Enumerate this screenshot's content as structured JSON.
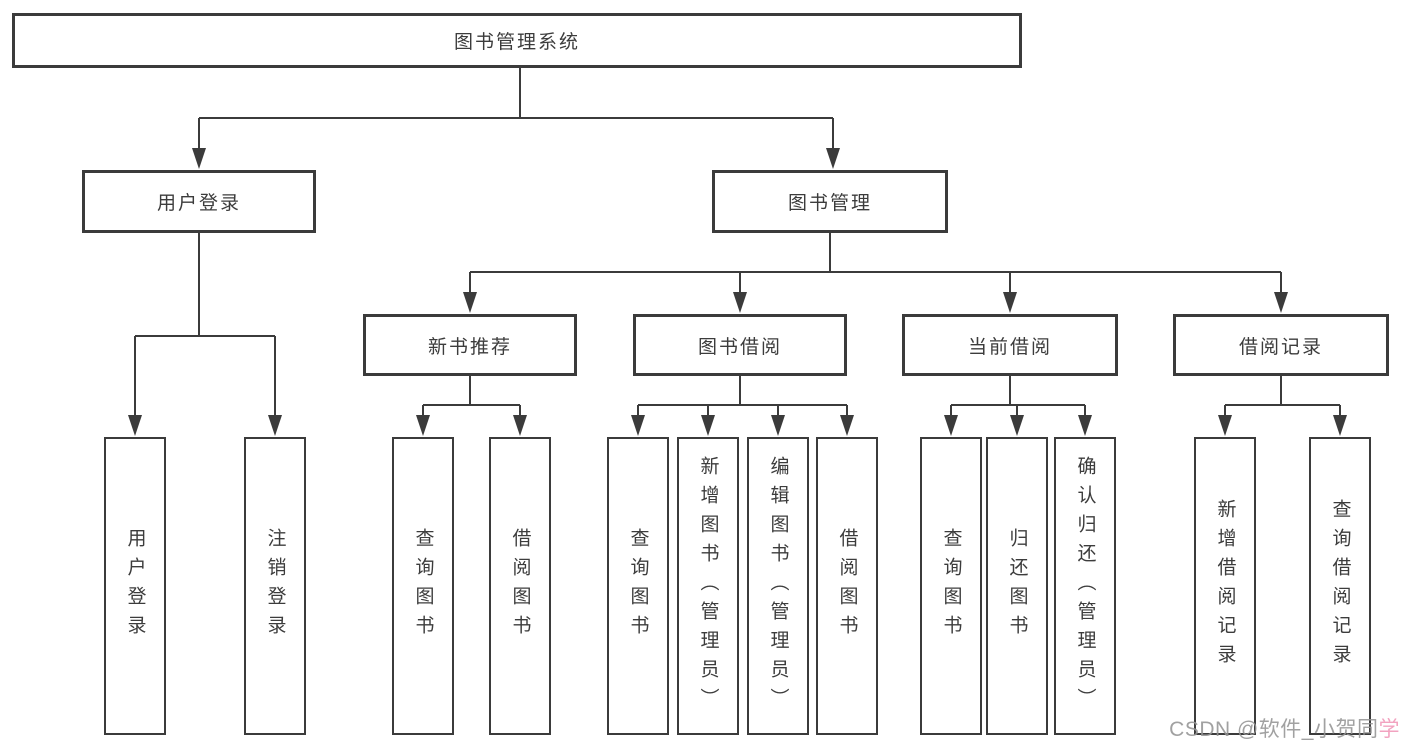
{
  "diagram_title": "图书管理系统",
  "tree": {
    "root": {
      "label": "图书管理系统"
    },
    "branches": [
      {
        "label": "用户登录",
        "leaves": [
          {
            "label": "用户登录"
          },
          {
            "label": "注销登录"
          }
        ]
      },
      {
        "label": "图书管理",
        "groups": [
          {
            "label": "新书推荐",
            "leaves": [
              {
                "label": "查询图书"
              },
              {
                "label": "借阅图书"
              }
            ]
          },
          {
            "label": "图书借阅",
            "leaves": [
              {
                "label": "查询图书"
              },
              {
                "label": "新增图书（管理员）"
              },
              {
                "label": "编辑图书（管理员）"
              },
              {
                "label": "借阅图书"
              }
            ]
          },
          {
            "label": "当前借阅",
            "leaves": [
              {
                "label": "查询图书"
              },
              {
                "label": "归还图书"
              },
              {
                "label": "确认归还（管理员）"
              }
            ]
          },
          {
            "label": "借阅记录",
            "leaves": [
              {
                "label": "新增借阅记录"
              },
              {
                "label": "查询借阅记录"
              }
            ]
          }
        ]
      }
    ]
  },
  "watermark": {
    "gray_part": "CSDN @软件_小贺同",
    "pink_part": "学"
  },
  "colors": {
    "line": "#3b3b3b",
    "text": "#3c3c3c",
    "box_fill": "#ffffff",
    "watermark_gray": "#949494",
    "watermark_pink": "#f2a3c0"
  }
}
